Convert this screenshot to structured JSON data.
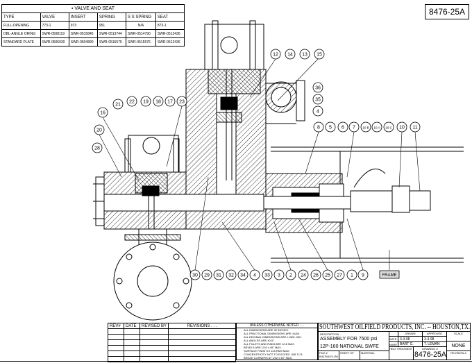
{
  "valve_seat_table": {
    "title": "▪ VALVE AND SEAT",
    "headers": [
      "TYPE",
      "VALVE",
      "INSERT",
      "SPRING",
      "S S SPRING",
      "SEAT"
    ],
    "rows": [
      [
        "FULL-OPENING",
        "773-1",
        "973",
        "951",
        "N/A",
        "873-1"
      ],
      [
        "DBL-ANGLE ORING",
        "SWR-0508119",
        "SWR-0515845",
        "SWR-0513744",
        "SWR-0514790",
        "SWR-0512436"
      ],
      [
        "STANDARD PLATE",
        "SWR-0505030",
        "SWR-0504890",
        "SWR-0515575",
        "SWR-0515576",
        "SWR-0512436"
      ]
    ]
  },
  "drawing_number_box": "8476-25A",
  "callouts": {
    "top": [
      "12",
      "14",
      "13",
      "15"
    ],
    "right_top": [
      "36",
      "35",
      "4"
    ],
    "left_top": [
      "16",
      "21",
      "22",
      "19",
      "18",
      "17",
      "23"
    ],
    "left_side": [
      "20",
      "28"
    ],
    "right_row": [
      "8",
      "5",
      "6",
      "7",
      "10 B",
      "10 A",
      "10 C",
      "10",
      "11"
    ],
    "bottom_row": [
      "30",
      "29",
      "31",
      "32",
      "34",
      "4",
      "33",
      "3",
      "2",
      "24",
      "26",
      "25",
      "27",
      "1",
      "9"
    ],
    "frame_label": "FRAME"
  },
  "revisions": {
    "headers": [
      "REV#",
      "DATE",
      "REVISED BY",
      "REVISIONS . . ."
    ],
    "empty_rows": 6
  },
  "notes": {
    "heading": "UNLESS OTHERWISE NOTED . . .",
    "items": [
      "ALL DIMENSIONS ARE IN INCHES.",
      "ALL FRACTIONAL DIMENSIONS ARE ±1/64.",
      "ALL DECIMAL DIMENSIONS ARE ±.005/-.000.",
      "ALL ANGLES ARE ±0.5°.",
      "ALL FILLETS AND RADII ARE 1/16 MAX.",
      "BEVELS ARE 1/16 x 45° MAX.",
      "SURFACE FINISH IS 125 RMS MAX.",
      "CONCENTRICITY NOT TO EXCEED .005 T.I.R.",
      "BREAK CORNERS AT 1/32 x 45° MAX."
    ]
  },
  "title_block": {
    "company": "SOUTHWEST OILFIELD PRODUCTS, INC. -- HOUSTON,TX.",
    "description_label": "DESCRIPTION",
    "description_1": "ASSEMBLY FOR 7500 psi",
    "description_2": "12P-160 NATIONAL SWFE",
    "drawn_label": "DRAWN",
    "approved_label": "APPROVED",
    "scale_label": "SCALE",
    "date_label": "DATE",
    "name_label": "NAME",
    "drawn_date": "3-3-98",
    "approved_date": "3-3-98",
    "drawn_name": "BART G.",
    "approved_name": "T. LEMAN",
    "scale": "NONE",
    "heat_label": "HEAT TREATMENT",
    "drawing_label": "DRAWING #",
    "revision_label": "REVISION #",
    "file_label": "FILE #",
    "file_value": "B:8476/8476-25A",
    "sheet_label": "SHEET OF",
    "material_label": "MATERIAL",
    "drawing_number": "8476-25A"
  },
  "colors": {
    "line": "#000000",
    "background": "#ffffff",
    "frame_box": "#dddddd"
  }
}
